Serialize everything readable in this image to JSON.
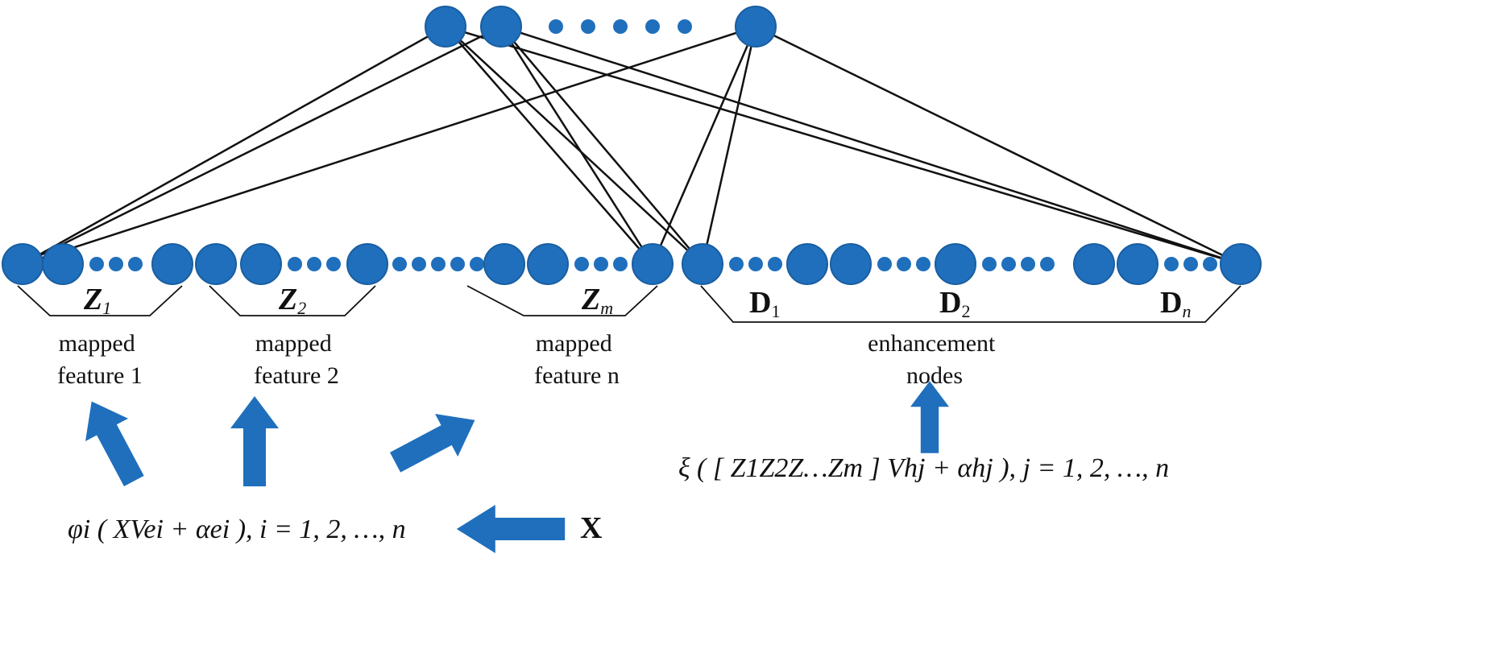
{
  "colors": {
    "node": "#1f6fbd",
    "node_stroke": "#1a5e9f",
    "arrow": "#1f6fbd",
    "line": "#111111"
  },
  "groups": {
    "z1": {
      "letter": "Z",
      "sub": "1"
    },
    "z2": {
      "letter": "Z",
      "sub": "2"
    },
    "zm": {
      "letter": "Z",
      "sub": "m"
    },
    "d1": {
      "letter": "D",
      "sub": "1"
    },
    "d2": {
      "letter": "D",
      "sub": "2"
    },
    "dn": {
      "letter": "D",
      "sub": "n"
    }
  },
  "captions": {
    "mapped_feature_1": [
      "mapped",
      "feature 1"
    ],
    "mapped_feature_2": [
      "mapped",
      "feature 2"
    ],
    "mapped_feature_n": [
      "mapped",
      "feature n"
    ],
    "enhancement_nodes": [
      "enhancement",
      "nodes"
    ]
  },
  "formulas": {
    "mapping": "φi ( XVei + αei ), i = 1, 2, …, n",
    "enhancement": "ξ ( [ Z1Z2Z…Zm ] Vhj + αhj ), j = 1, 2, …, n",
    "input": "X"
  }
}
